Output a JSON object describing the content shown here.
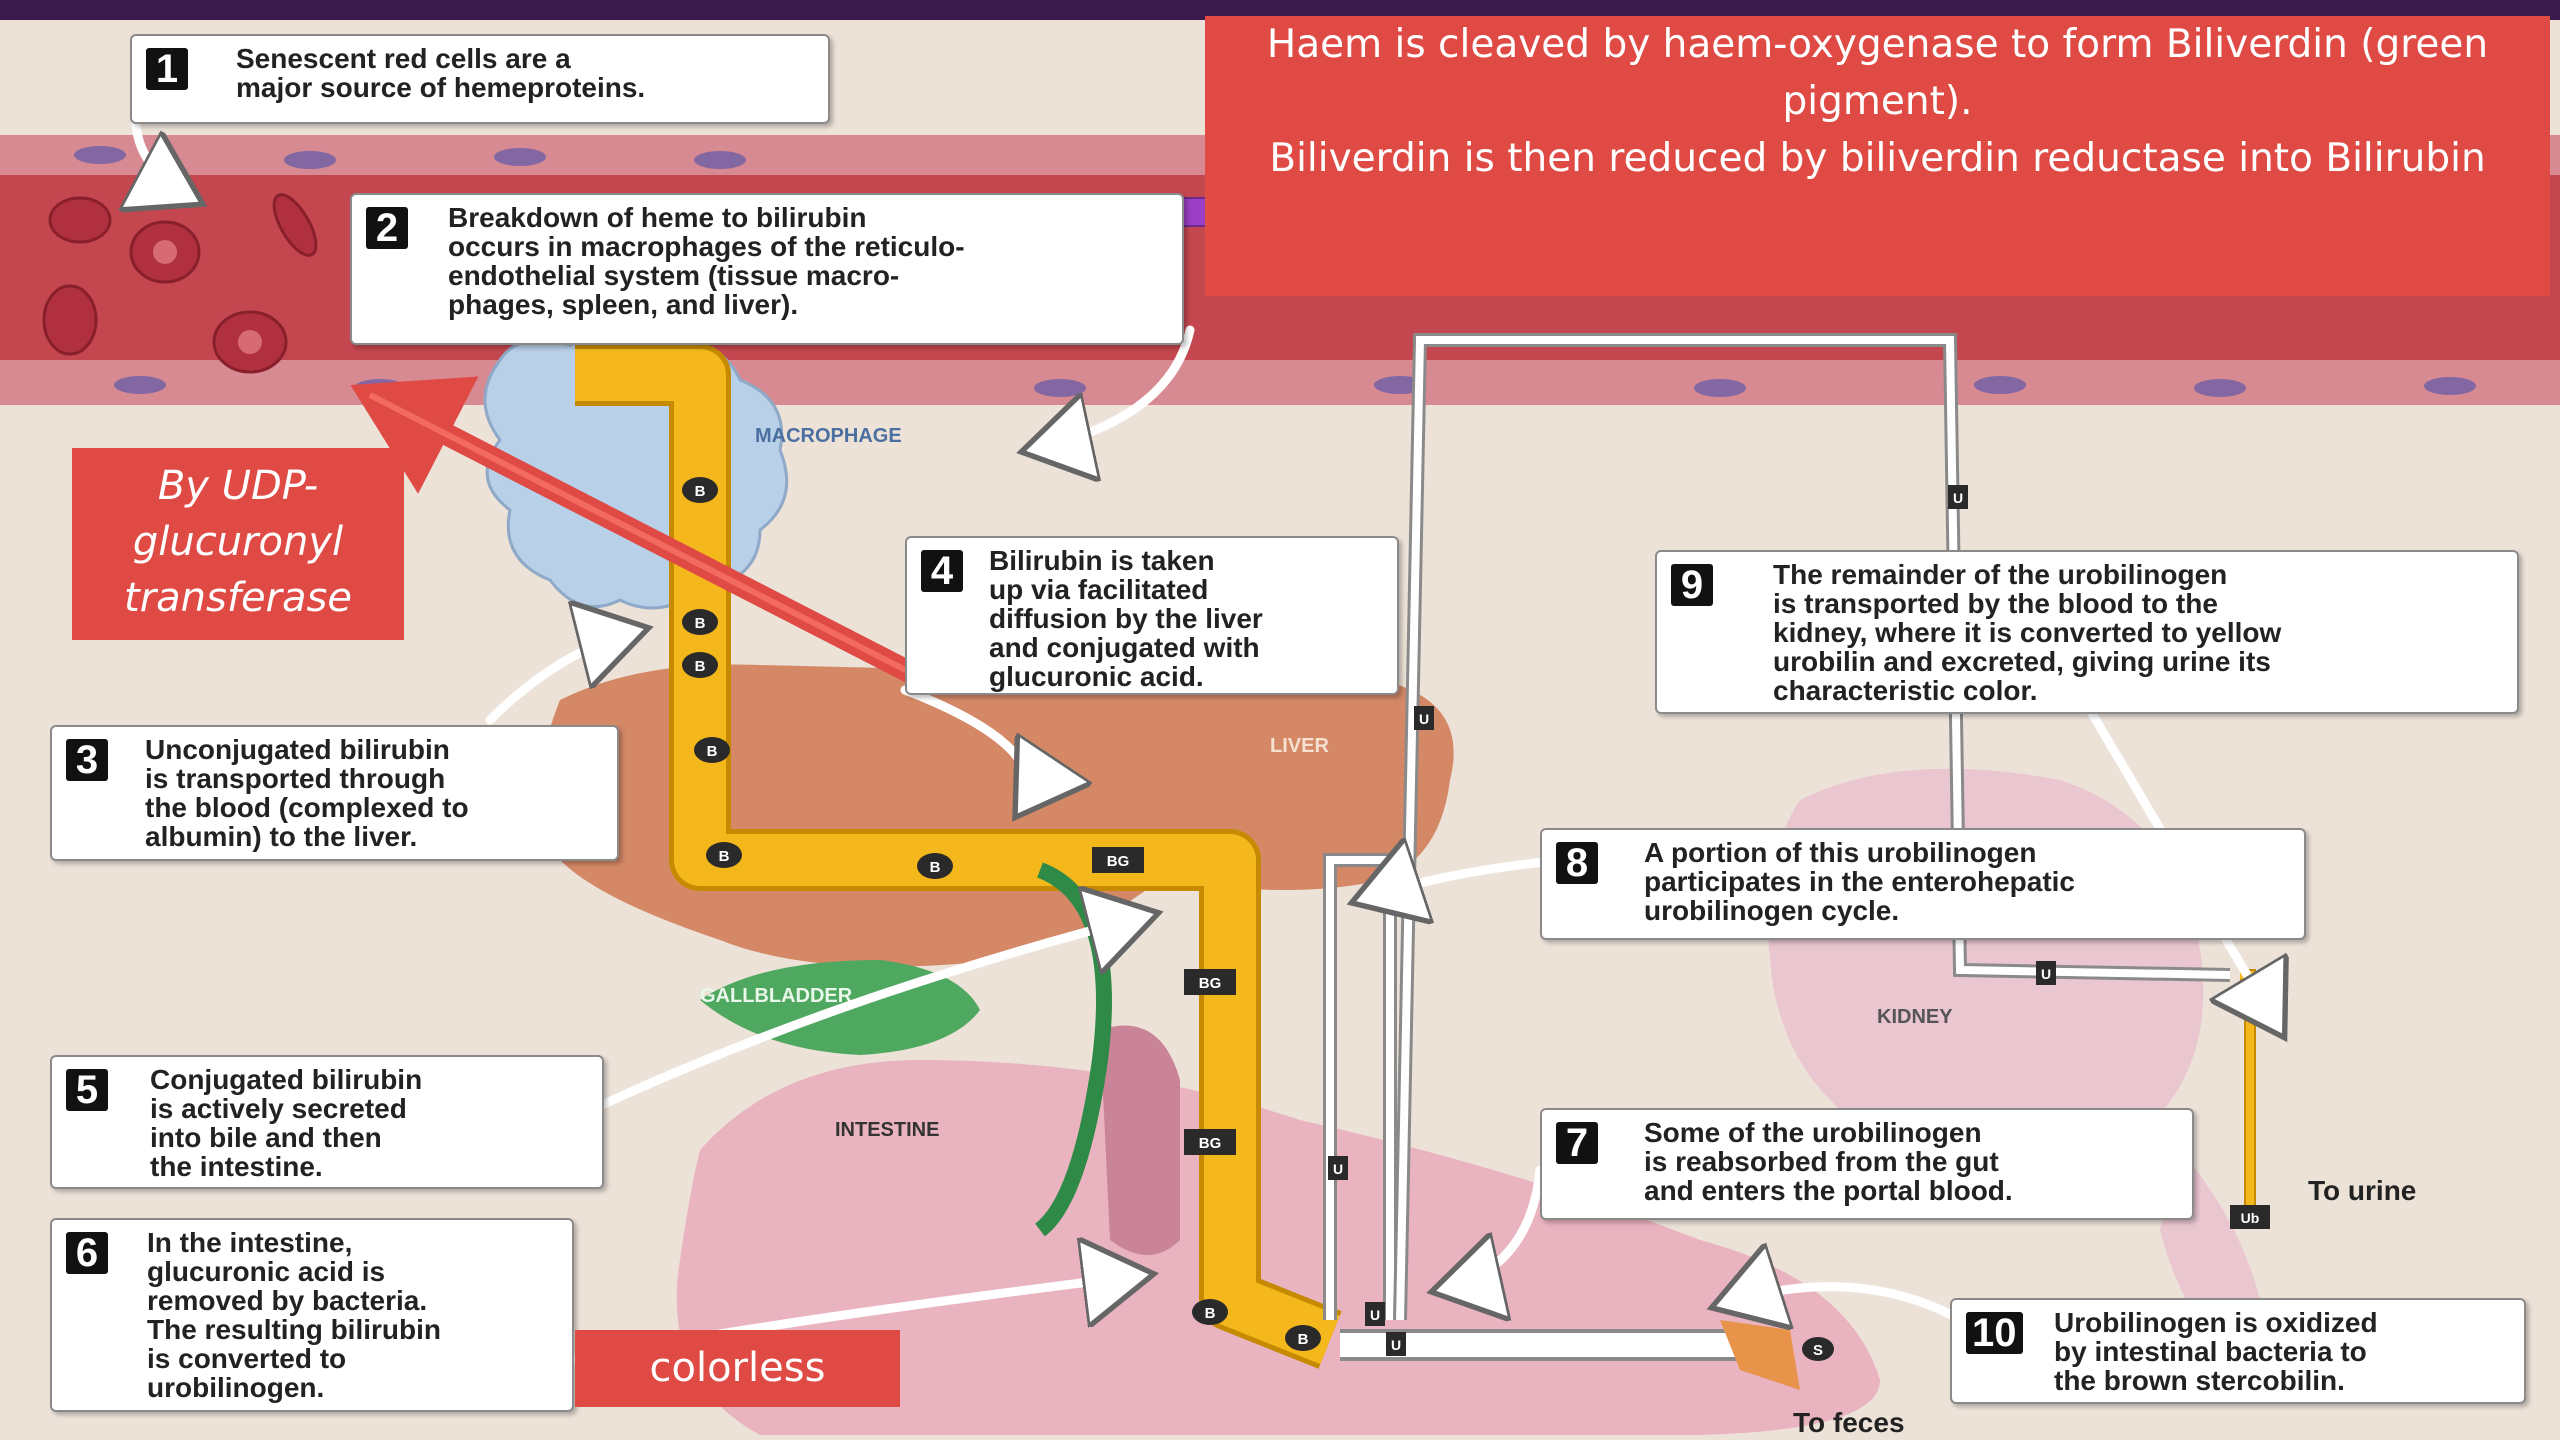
{
  "colors": {
    "slide_bg": "#3a1a4a",
    "diagram_bg": "#ece2d8",
    "blood_vessel": "#c4464f",
    "bile_duct": "#f4b81c",
    "annotation_red": "#e04a45",
    "arrow_purple": "#9b3fc4"
  },
  "annotations": {
    "haem_note": "Haem is cleaved by haem-oxygenase to form Biliverdin (green pigment).\nBiliverdin is then reduced by biliverdin reductase into Bilirubin",
    "enzyme_note": "By UDP-glucuronyl transferase",
    "colorless_note": "colorless"
  },
  "callouts": [
    {
      "num": "1",
      "text": "Senescent red cells are a\nmajor source of hemeproteins."
    },
    {
      "num": "2",
      "text": "Breakdown of heme to bilirubin\noccurs in macrophages of the reticulo-\nendothelial system (tissue macro-\nphages, spleen, and liver)."
    },
    {
      "num": "3",
      "text": "Unconjugated bilirubin\nis transported through\nthe blood (complexed to\nalbumin) to the liver."
    },
    {
      "num": "4",
      "text": "Bilirubin is taken\nup via facilitated\ndiffusion by the liver\nand conjugated with\nglucuronic acid."
    },
    {
      "num": "5",
      "text": "Conjugated bilirubin\nis actively secreted\ninto bile and then\nthe intestine."
    },
    {
      "num": "6",
      "text": "In the intestine,\nglucuronic acid is\nremoved by bacteria.\nThe resulting bilirubin\nis converted to\nurobilinogen."
    },
    {
      "num": "7",
      "text": "Some of the urobilinogen\nis reabsorbed from the gut\nand enters the portal blood."
    },
    {
      "num": "8",
      "text": "A portion of this urobilinogen\nparticipates in the enterohepatic\nurobilinogen cycle."
    },
    {
      "num": "9",
      "text": "The remainder of the urobilinogen\nis transported by the blood to the\nkidney, where it is converted to yellow\nurobilin and excreted, giving urine its\ncharacteristic color."
    },
    {
      "num": "10",
      "text": "Urobilinogen is oxidized\nby intestinal bacteria to\nthe brown stercobilin."
    }
  ],
  "organ_labels": {
    "macrophage": "MACROPHAGE",
    "liver": "LIVER",
    "gallbladder": "GALLBLADDER",
    "intestine": "INTESTINE",
    "kidney": "KIDNEY",
    "to_urine": "To urine",
    "to_feces": "To feces"
  },
  "molecule_markers": {
    "bilirubin": "B",
    "bilirubin_glucuronide": "BG",
    "urobilinogen": "U",
    "urobilin": "Ub",
    "stercobilin": "S"
  }
}
